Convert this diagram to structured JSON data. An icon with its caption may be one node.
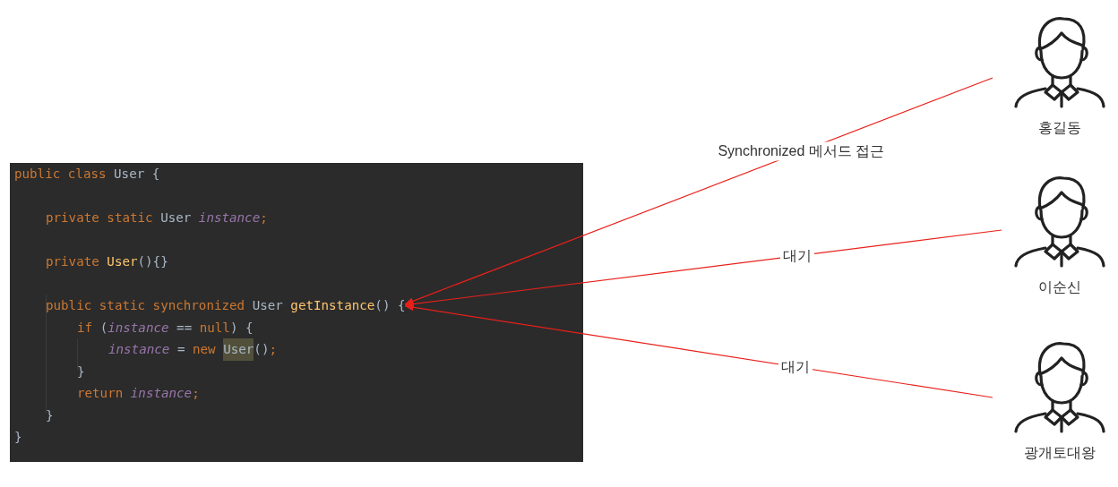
{
  "diagram": {
    "nodes": [
      {
        "text": [
          "public class User {",
          "private static User instance;",
          "private User(){}",
          "public static synchronized User getInstance()",
          "if (instance == null) {",
          "instance = new User();",
          "}",
          "return instance;",
          "}",
          "}"
        ]
      },
      {
        "text": [
          "{"
        ],
        "in": 0
      },
      {
        "text": [
          "홍길동"
        ]
      },
      {
        "text": [
          "이순신"
        ]
      },
      {
        "text": [
          "광개토대왕"
        ]
      }
    ],
    "edges": [
      {
        "from": 2,
        "to": 1,
        "arrow": "to",
        "label": "Synchronized 메서드 접근",
        "color": "#e8201a"
      },
      {
        "from": 3,
        "to": 1,
        "arrow": "to",
        "label": "대기",
        "color": "#e8201a"
      },
      {
        "from": 4,
        "to": 1,
        "arrow": "to",
        "label": "대기",
        "color": "#e8201a"
      }
    ]
  }
}
